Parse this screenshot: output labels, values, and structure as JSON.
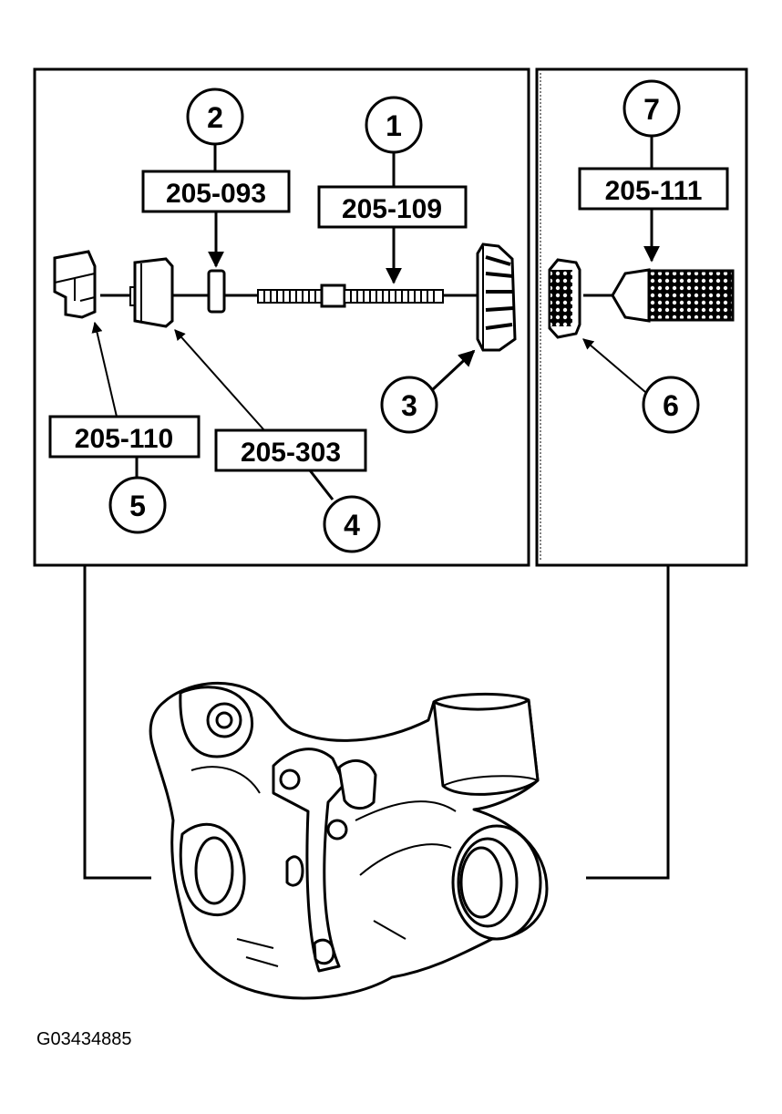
{
  "figure_id": "G03434885",
  "callouts": [
    {
      "number": "1",
      "tool": "205-109"
    },
    {
      "number": "2",
      "tool": "205-093"
    },
    {
      "number": "3"
    },
    {
      "number": "4",
      "tool": "205-303"
    },
    {
      "number": "5",
      "tool": "205-110"
    },
    {
      "number": "6"
    },
    {
      "number": "7",
      "tool": "205-111"
    }
  ]
}
